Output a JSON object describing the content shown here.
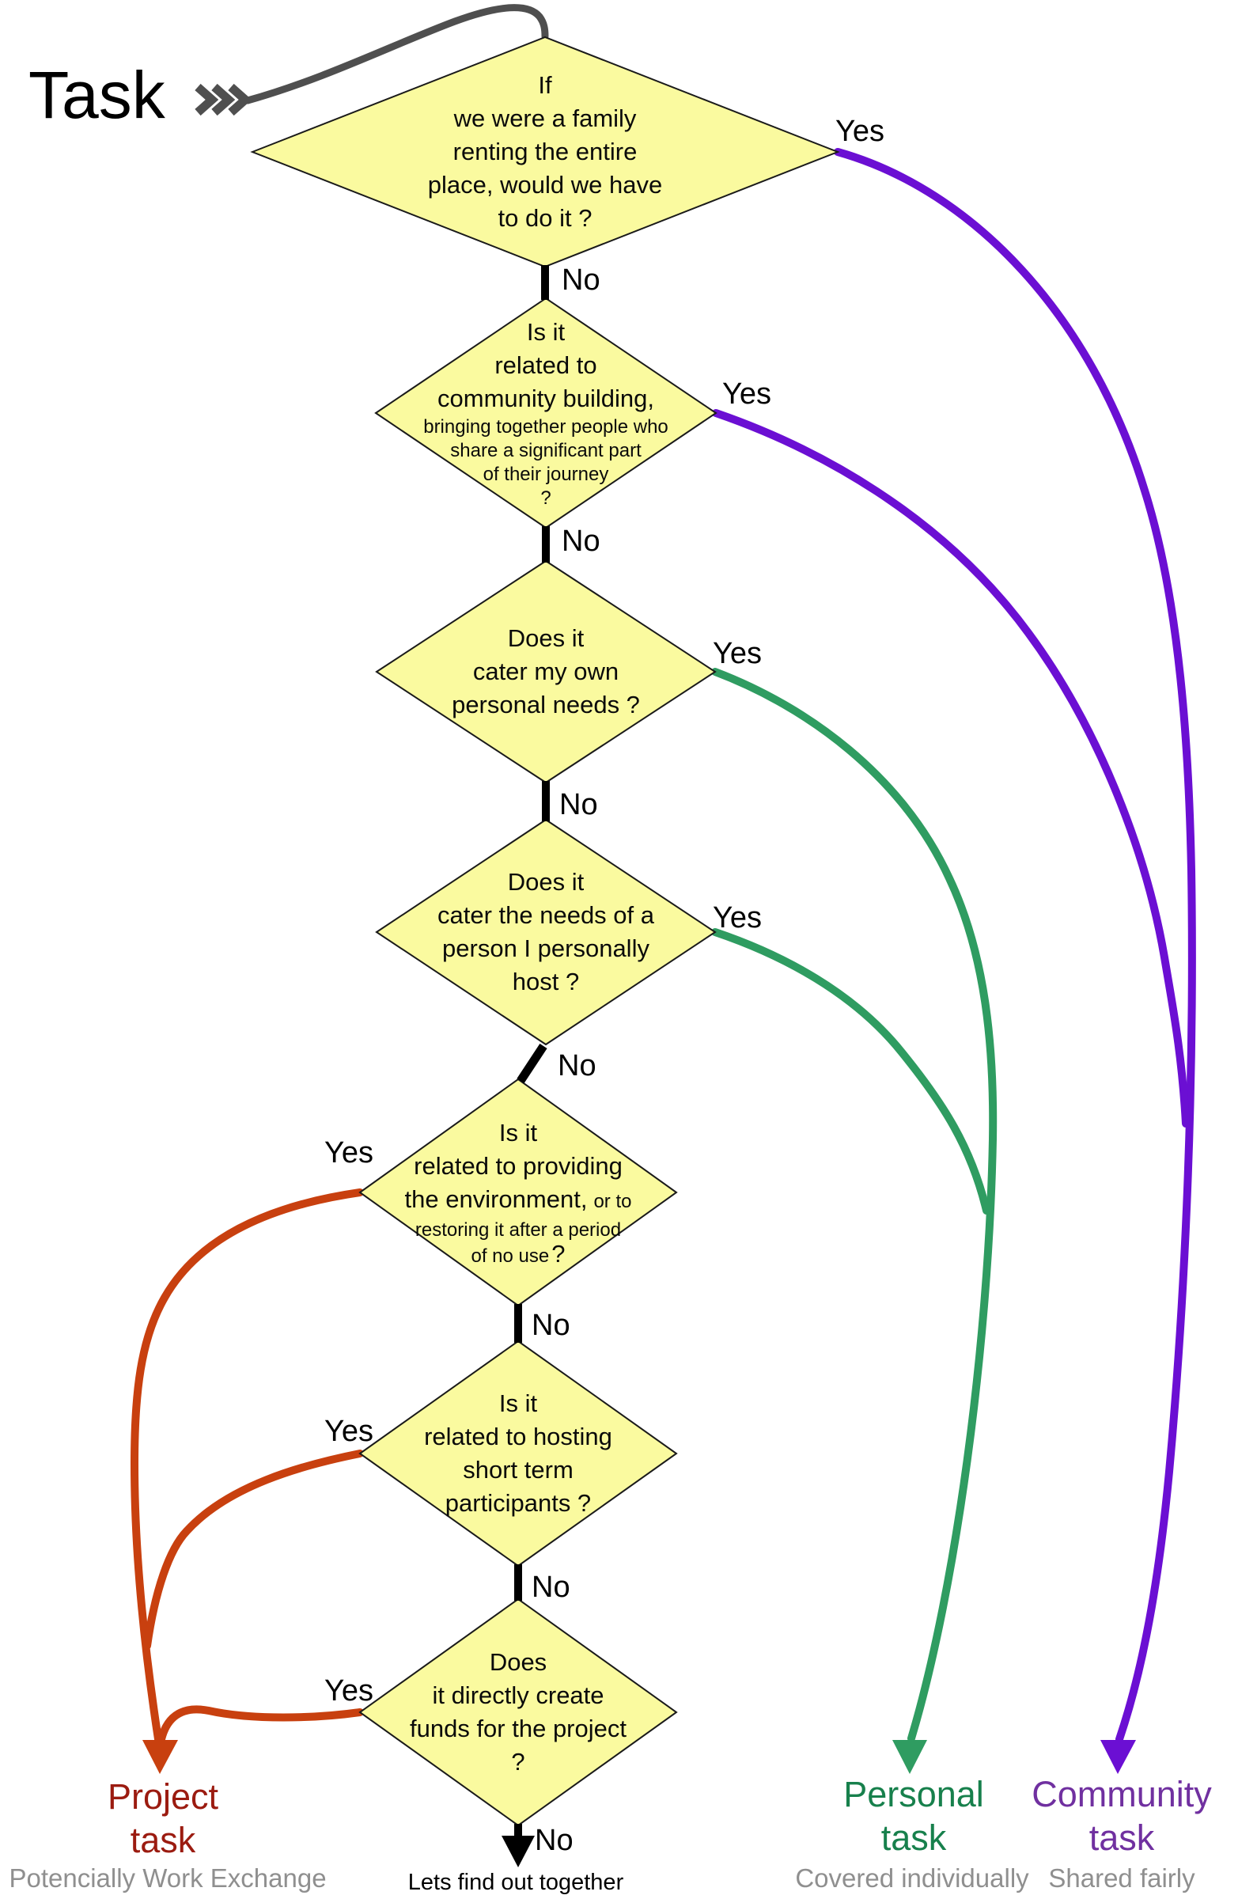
{
  "source": {
    "label": "Task"
  },
  "labels": {
    "yes": "Yes",
    "no": "No"
  },
  "diamonds": [
    {
      "name": "family-renting-test",
      "lines": [
        {
          "t": "If"
        },
        {
          "t": "we were a family"
        },
        {
          "t": "renting the entire"
        },
        {
          "t": "place, would we have"
        },
        {
          "t": "to do it ?"
        }
      ]
    },
    {
      "name": "community-building-test",
      "lines": [
        {
          "t": "Is it"
        },
        {
          "t": "related to"
        },
        {
          "t": "community building,"
        },
        {
          "t": "bringing together people who"
        },
        {
          "t": "share a significant part"
        },
        {
          "t": "of their journey"
        },
        {
          "t": "?"
        }
      ]
    },
    {
      "name": "own-personal-needs-test",
      "lines": [
        {
          "t": "Does it"
        },
        {
          "t": "cater my own"
        },
        {
          "t": "personal needs ?"
        }
      ]
    },
    {
      "name": "personally-hosted-needs-test",
      "lines": [
        {
          "t": "Does it"
        },
        {
          "t": "cater the needs of a"
        },
        {
          "t": "person I personally"
        },
        {
          "t": "host ?"
        }
      ]
    },
    {
      "name": "providing-environment-test",
      "lines": [
        {
          "t": "Is it"
        },
        {
          "t": "related to providing"
        },
        {
          "t": "the environment,",
          "t2": "or to"
        },
        {
          "t": "restoring it after a period"
        },
        {
          "t": "of no use",
          "t2": "?"
        }
      ]
    },
    {
      "name": "hosting-short-term-test",
      "lines": [
        {
          "t": "Is it"
        },
        {
          "t": "related to hosting"
        },
        {
          "t": "short term"
        },
        {
          "t": "participants ?"
        }
      ]
    },
    {
      "name": "creates-funds-test",
      "lines": [
        {
          "t": "Does"
        },
        {
          "t": "it directly create"
        },
        {
          "t": "funds for the project"
        },
        {
          "t": "?"
        }
      ]
    }
  ],
  "outcomes": {
    "project": {
      "line1": "Project",
      "line2": "task",
      "caption": "Potencially Work Exchange",
      "color": "#9B1B10"
    },
    "personal": {
      "line1": "Personal",
      "line2": "task",
      "caption": "Covered individually",
      "color": "#17804C"
    },
    "community": {
      "line1": "Community",
      "line2": "task",
      "caption": "Shared fairly",
      "color": "#7030A0"
    },
    "fallback": {
      "label": "Lets find out together"
    }
  },
  "colors": {
    "diamond_fill": "#FAFA9F",
    "diamond_border": "#1a1a1a",
    "purple": "#6B0FD3",
    "green": "#2F9C61",
    "red": "#C8400F",
    "gray_arrow": "#4f4f4f",
    "black": "#000000",
    "gray_text": "#8F8F8F"
  }
}
